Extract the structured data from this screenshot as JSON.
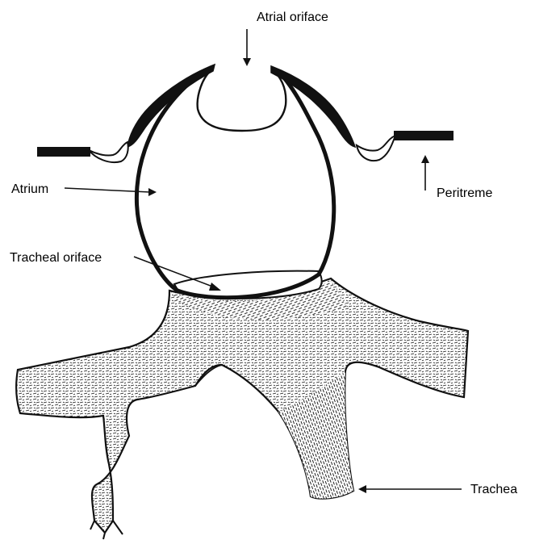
{
  "labels": {
    "atrial_oriface": "Atrial oriface",
    "atrium": "Atrium",
    "peritreme": "Peritreme",
    "tracheal_oriface": "Tracheal oriface",
    "trachea": "Trachea"
  },
  "colors": {
    "ink": "#111111",
    "background": "#ffffff"
  }
}
